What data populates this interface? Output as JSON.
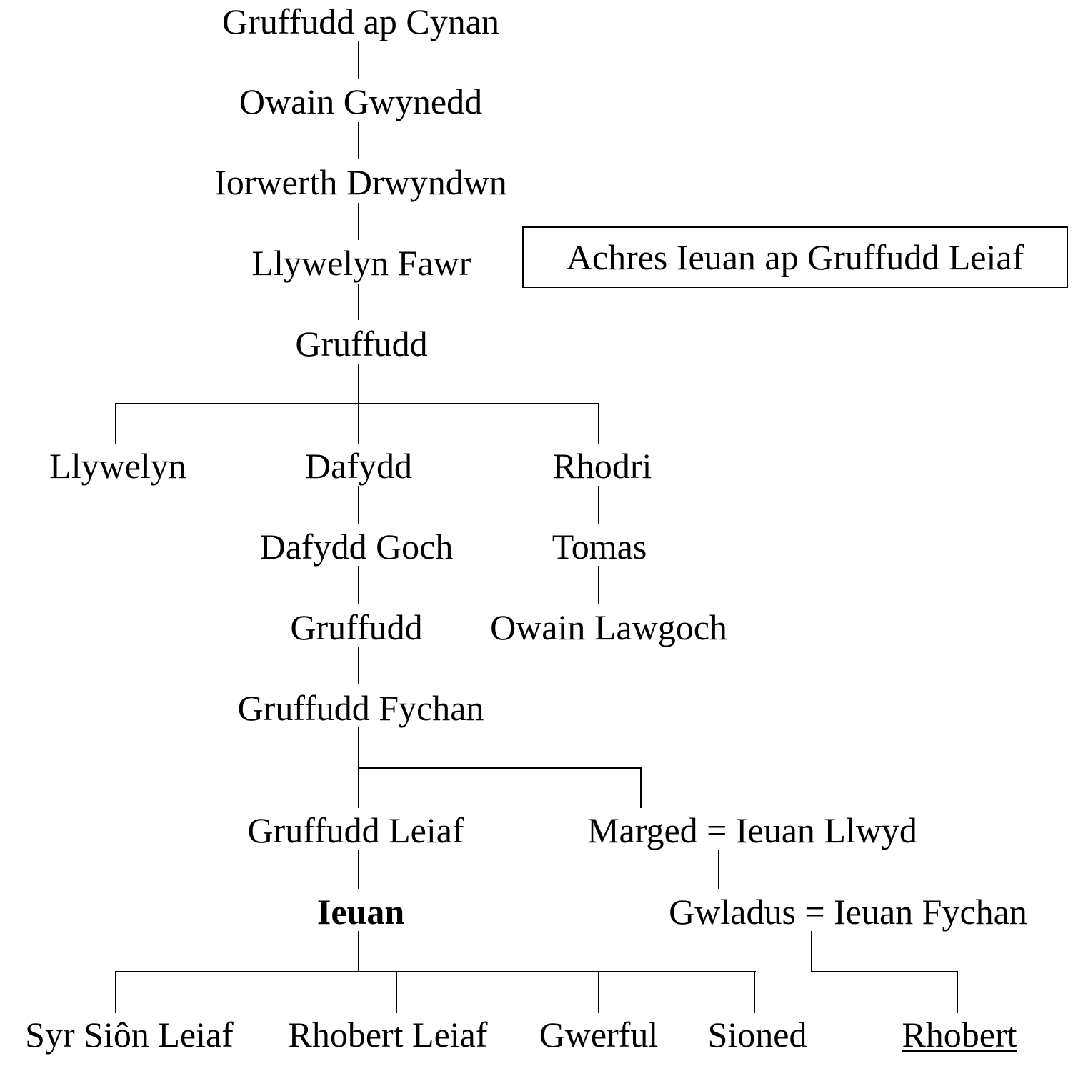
{
  "title": "Achres Ieuan ap Gruffudd Leiaf",
  "people": {
    "gruffudd_ap_cynan": "Gruffudd ap Cynan",
    "owain_gwynedd": "Owain Gwynedd",
    "iorwerth_drwyndwn": "Iorwerth Drwyndwn",
    "llywelyn_fawr": "Llywelyn Fawr",
    "gruffudd_1": "Gruffudd",
    "llywelyn": "Llywelyn",
    "dafydd": "Dafydd",
    "rhodri": "Rhodri",
    "dafydd_goch": "Dafydd Goch",
    "tomas": "Tomas",
    "gruffudd_2": "Gruffudd",
    "owain_lawgoch": "Owain Lawgoch",
    "gruffudd_fychan": "Gruffudd Fychan",
    "gruffudd_leiaf": "Gruffudd Leiaf",
    "marged_ieuan_llwyd": "Marged = Ieuan Llwyd",
    "ieuan": "Ieuan",
    "gwladus_ieuan_fychan": "Gwladus = Ieuan Fychan",
    "syr_sion_leiaf": "Syr Siôn Leiaf",
    "rhobert_leiaf": "Rhobert Leiaf",
    "gwerful": "Gwerful",
    "sioned": "Sioned",
    "rhobert": "Rhobert"
  },
  "highlighted": "Ieuan",
  "underlined": "Rhobert"
}
